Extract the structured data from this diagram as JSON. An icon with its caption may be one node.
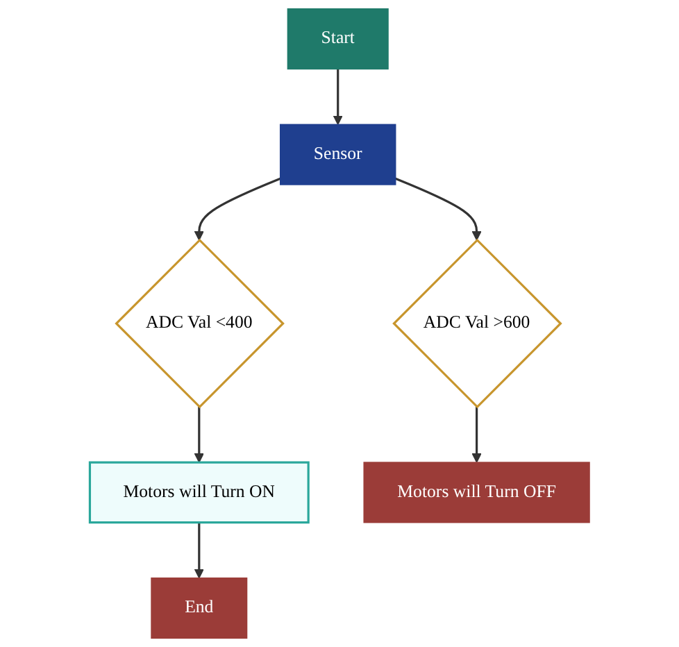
{
  "diagram": {
    "nodes": [
      {
        "text": [
          "Start"
        ]
      },
      {
        "text": [
          "Sensor"
        ]
      },
      {
        "text": [
          "ADC Val <400"
        ]
      },
      {
        "text": [
          "ADC Val >600"
        ]
      },
      {
        "text": [
          "Motors will Turn ON"
        ]
      },
      {
        "text": [
          "Motors will Turn OFF"
        ]
      },
      {
        "text": [
          "End"
        ]
      }
    ],
    "edges": [
      {
        "from": 0,
        "to": 1,
        "arrow": "to"
      },
      {
        "from": 1,
        "to": 2,
        "arrow": "to"
      },
      {
        "from": 1,
        "to": 3,
        "arrow": "to"
      },
      {
        "from": 2,
        "to": 4,
        "arrow": "to"
      },
      {
        "from": 3,
        "to": 5,
        "arrow": "to"
      },
      {
        "from": 4,
        "to": 6,
        "arrow": "to"
      }
    ]
  }
}
